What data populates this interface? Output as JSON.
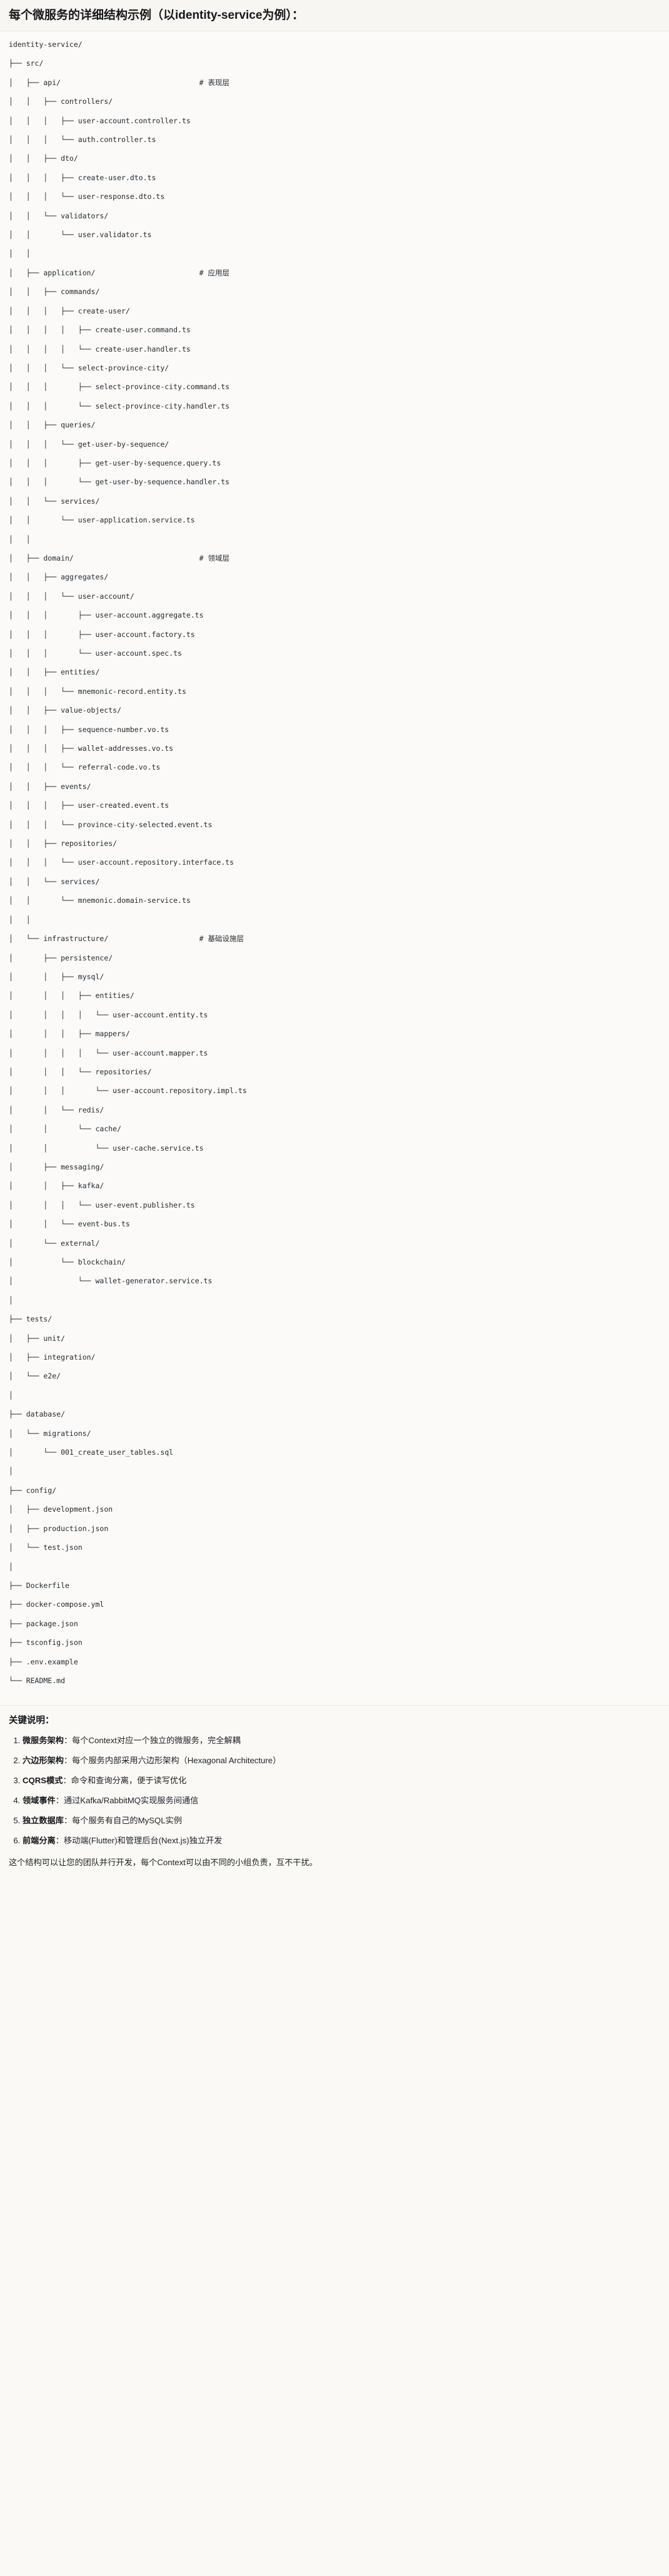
{
  "title": "每个微服务的详细结构示例（以identity-service为例）：",
  "tree": {
    "language": "text",
    "lines": [
      {
        "text": "identity-service/",
        "comment": ""
      },
      {
        "text": "├── src/",
        "comment": ""
      },
      {
        "text": "│   ├── api/",
        "comment": "# 表现层"
      },
      {
        "text": "│   │   ├── controllers/",
        "comment": ""
      },
      {
        "text": "│   │   │   ├── user-account.controller.ts",
        "comment": ""
      },
      {
        "text": "│   │   │   └── auth.controller.ts",
        "comment": ""
      },
      {
        "text": "│   │   ├── dto/",
        "comment": ""
      },
      {
        "text": "│   │   │   ├── create-user.dto.ts",
        "comment": ""
      },
      {
        "text": "│   │   │   └── user-response.dto.ts",
        "comment": ""
      },
      {
        "text": "│   │   └── validators/",
        "comment": ""
      },
      {
        "text": "│   │       └── user.validator.ts",
        "comment": ""
      },
      {
        "text": "│   │",
        "comment": ""
      },
      {
        "text": "│   ├── application/",
        "comment": "# 应用层"
      },
      {
        "text": "│   │   ├── commands/",
        "comment": ""
      },
      {
        "text": "│   │   │   ├── create-user/",
        "comment": ""
      },
      {
        "text": "│   │   │   │   ├── create-user.command.ts",
        "comment": ""
      },
      {
        "text": "│   │   │   │   └── create-user.handler.ts",
        "comment": ""
      },
      {
        "text": "│   │   │   └── select-province-city/",
        "comment": ""
      },
      {
        "text": "│   │   │       ├── select-province-city.command.ts",
        "comment": ""
      },
      {
        "text": "│   │   │       └── select-province-city.handler.ts",
        "comment": ""
      },
      {
        "text": "│   │   ├── queries/",
        "comment": ""
      },
      {
        "text": "│   │   │   └── get-user-by-sequence/",
        "comment": ""
      },
      {
        "text": "│   │   │       ├── get-user-by-sequence.query.ts",
        "comment": ""
      },
      {
        "text": "│   │   │       └── get-user-by-sequence.handler.ts",
        "comment": ""
      },
      {
        "text": "│   │   └── services/",
        "comment": ""
      },
      {
        "text": "│   │       └── user-application.service.ts",
        "comment": ""
      },
      {
        "text": "│   │",
        "comment": ""
      },
      {
        "text": "│   ├── domain/",
        "comment": "# 领域层"
      },
      {
        "text": "│   │   ├── aggregates/",
        "comment": ""
      },
      {
        "text": "│   │   │   └── user-account/",
        "comment": ""
      },
      {
        "text": "│   │   │       ├── user-account.aggregate.ts",
        "comment": ""
      },
      {
        "text": "│   │   │       ├── user-account.factory.ts",
        "comment": ""
      },
      {
        "text": "│   │   │       └── user-account.spec.ts",
        "comment": ""
      },
      {
        "text": "│   │   ├── entities/",
        "comment": ""
      },
      {
        "text": "│   │   │   └── mnemonic-record.entity.ts",
        "comment": ""
      },
      {
        "text": "│   │   ├── value-objects/",
        "comment": ""
      },
      {
        "text": "│   │   │   ├── sequence-number.vo.ts",
        "comment": ""
      },
      {
        "text": "│   │   │   ├── wallet-addresses.vo.ts",
        "comment": ""
      },
      {
        "text": "│   │   │   └── referral-code.vo.ts",
        "comment": ""
      },
      {
        "text": "│   │   ├── events/",
        "comment": ""
      },
      {
        "text": "│   │   │   ├── user-created.event.ts",
        "comment": ""
      },
      {
        "text": "│   │   │   └── province-city-selected.event.ts",
        "comment": ""
      },
      {
        "text": "│   │   ├── repositories/",
        "comment": ""
      },
      {
        "text": "│   │   │   └── user-account.repository.interface.ts",
        "comment": ""
      },
      {
        "text": "│   │   └── services/",
        "comment": ""
      },
      {
        "text": "│   │       └── mnemonic.domain-service.ts",
        "comment": ""
      },
      {
        "text": "│   │",
        "comment": ""
      },
      {
        "text": "│   └── infrastructure/",
        "comment": "# 基础设施层"
      },
      {
        "text": "│       ├── persistence/",
        "comment": ""
      },
      {
        "text": "│       │   ├── mysql/",
        "comment": ""
      },
      {
        "text": "│       │   │   ├── entities/",
        "comment": ""
      },
      {
        "text": "│       │   │   │   └── user-account.entity.ts",
        "comment": ""
      },
      {
        "text": "│       │   │   ├── mappers/",
        "comment": ""
      },
      {
        "text": "│       │   │   │   └── user-account.mapper.ts",
        "comment": ""
      },
      {
        "text": "│       │   │   └── repositories/",
        "comment": ""
      },
      {
        "text": "│       │   │       └── user-account.repository.impl.ts",
        "comment": ""
      },
      {
        "text": "│       │   └── redis/",
        "comment": ""
      },
      {
        "text": "│       │       └── cache/",
        "comment": ""
      },
      {
        "text": "│       │           └── user-cache.service.ts",
        "comment": ""
      },
      {
        "text": "│       ├── messaging/",
        "comment": ""
      },
      {
        "text": "│       │   ├── kafka/",
        "comment": ""
      },
      {
        "text": "│       │   │   └── user-event.publisher.ts",
        "comment": ""
      },
      {
        "text": "│       │   └── event-bus.ts",
        "comment": ""
      },
      {
        "text": "│       └── external/",
        "comment": ""
      },
      {
        "text": "│           └── blockchain/",
        "comment": ""
      },
      {
        "text": "│               └── wallet-generator.service.ts",
        "comment": ""
      },
      {
        "text": "│",
        "comment": ""
      },
      {
        "text": "├── tests/",
        "comment": ""
      },
      {
        "text": "│   ├── unit/",
        "comment": ""
      },
      {
        "text": "│   ├── integration/",
        "comment": ""
      },
      {
        "text": "│   └── e2e/",
        "comment": ""
      },
      {
        "text": "│",
        "comment": ""
      },
      {
        "text": "├── database/",
        "comment": ""
      },
      {
        "text": "│   └── migrations/",
        "comment": ""
      },
      {
        "text": "│       └── 001_create_user_tables.sql",
        "comment": ""
      },
      {
        "text": "│",
        "comment": ""
      },
      {
        "text": "├── config/",
        "comment": ""
      },
      {
        "text": "│   ├── development.json",
        "comment": ""
      },
      {
        "text": "│   ├── production.json",
        "comment": ""
      },
      {
        "text": "│   └── test.json",
        "comment": ""
      },
      {
        "text": "│",
        "comment": ""
      },
      {
        "text": "├── Dockerfile",
        "comment": ""
      },
      {
        "text": "├── docker-compose.yml",
        "comment": ""
      },
      {
        "text": "├── package.json",
        "comment": ""
      },
      {
        "text": "├── tsconfig.json",
        "comment": ""
      },
      {
        "text": "├── .env.example",
        "comment": ""
      },
      {
        "text": "└── README.md",
        "comment": ""
      }
    ]
  },
  "notes": {
    "heading": "关键说明：",
    "items": [
      {
        "term": "微服务架构",
        "sep": "：",
        "desc": "每个Context对应一个独立的微服务，完全解耦"
      },
      {
        "term": "六边形架构",
        "sep": "：",
        "desc": "每个服务内部采用六边形架构（Hexagonal Architecture）"
      },
      {
        "term": "CQRS模式",
        "sep": "：",
        "desc": "命令和查询分离，便于读写优化"
      },
      {
        "term": "领域事件",
        "sep": "：",
        "desc": "通过Kafka/RabbitMQ实现服务间通信"
      },
      {
        "term": "独立数据库",
        "sep": "：",
        "desc": "每个服务有自己的MySQL实例"
      },
      {
        "term": "前端分离",
        "sep": "：",
        "desc": "移动端(Flutter)和管理后台(Next.js)独立开发"
      }
    ],
    "closing": "这个结构可以让您的团队并行开发，每个Context可以由不同的小组负责，互不干扰。"
  },
  "colors": {
    "page_background": "#faf9f6",
    "code_background": "#fbfaf8",
    "text": "#24292f",
    "heading": "#16171a",
    "divider": "#e6e4de"
  }
}
